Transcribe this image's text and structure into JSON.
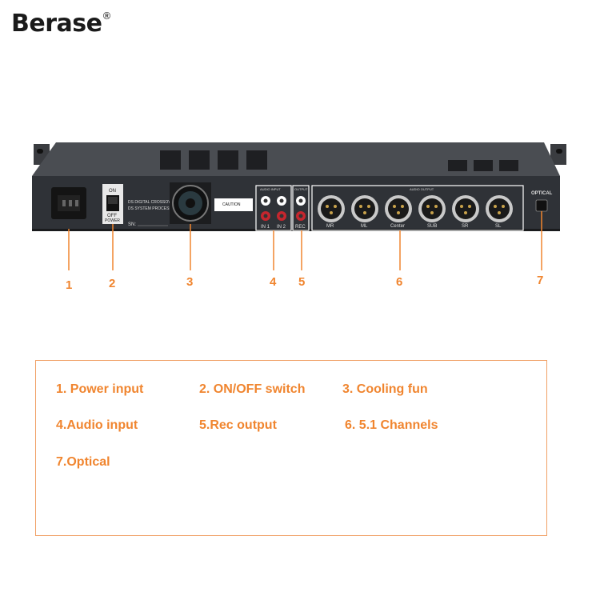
{
  "brand": {
    "name": "Berase",
    "registered_mark": "®"
  },
  "device": {
    "labels": {
      "on": "ON",
      "off": "OFF",
      "power": "POWER",
      "audio_input": "AUDIO INPUT",
      "output": "OUTPUT",
      "audio_output": "AUDIO OUTPUT",
      "in1": "IN 1",
      "in2": "IN 2",
      "rec": "REC",
      "sn": "SN:",
      "caution": "CAUTION",
      "optical": "OPTICAL",
      "model_line1": "DS DIGITAL CROSSOVER",
      "model_line2": "DS SYSTEM PROCESSOR",
      "channels": [
        "MR",
        "ML",
        "Center",
        "SUB",
        "SR",
        "SL"
      ]
    }
  },
  "callouts": [
    "1",
    "2",
    "3",
    "4",
    "5",
    "6",
    "7"
  ],
  "legend": [
    "1. Power input",
    "2. ON/OFF switch",
    "3. Cooling fun",
    "4.Audio input",
    "5.Rec output",
    "6. 5.1 Channels",
    "7.Optical"
  ],
  "colors": {
    "accent": "#f0852f",
    "panel": "#2f3237",
    "chassis_top": "#4a4d52"
  }
}
